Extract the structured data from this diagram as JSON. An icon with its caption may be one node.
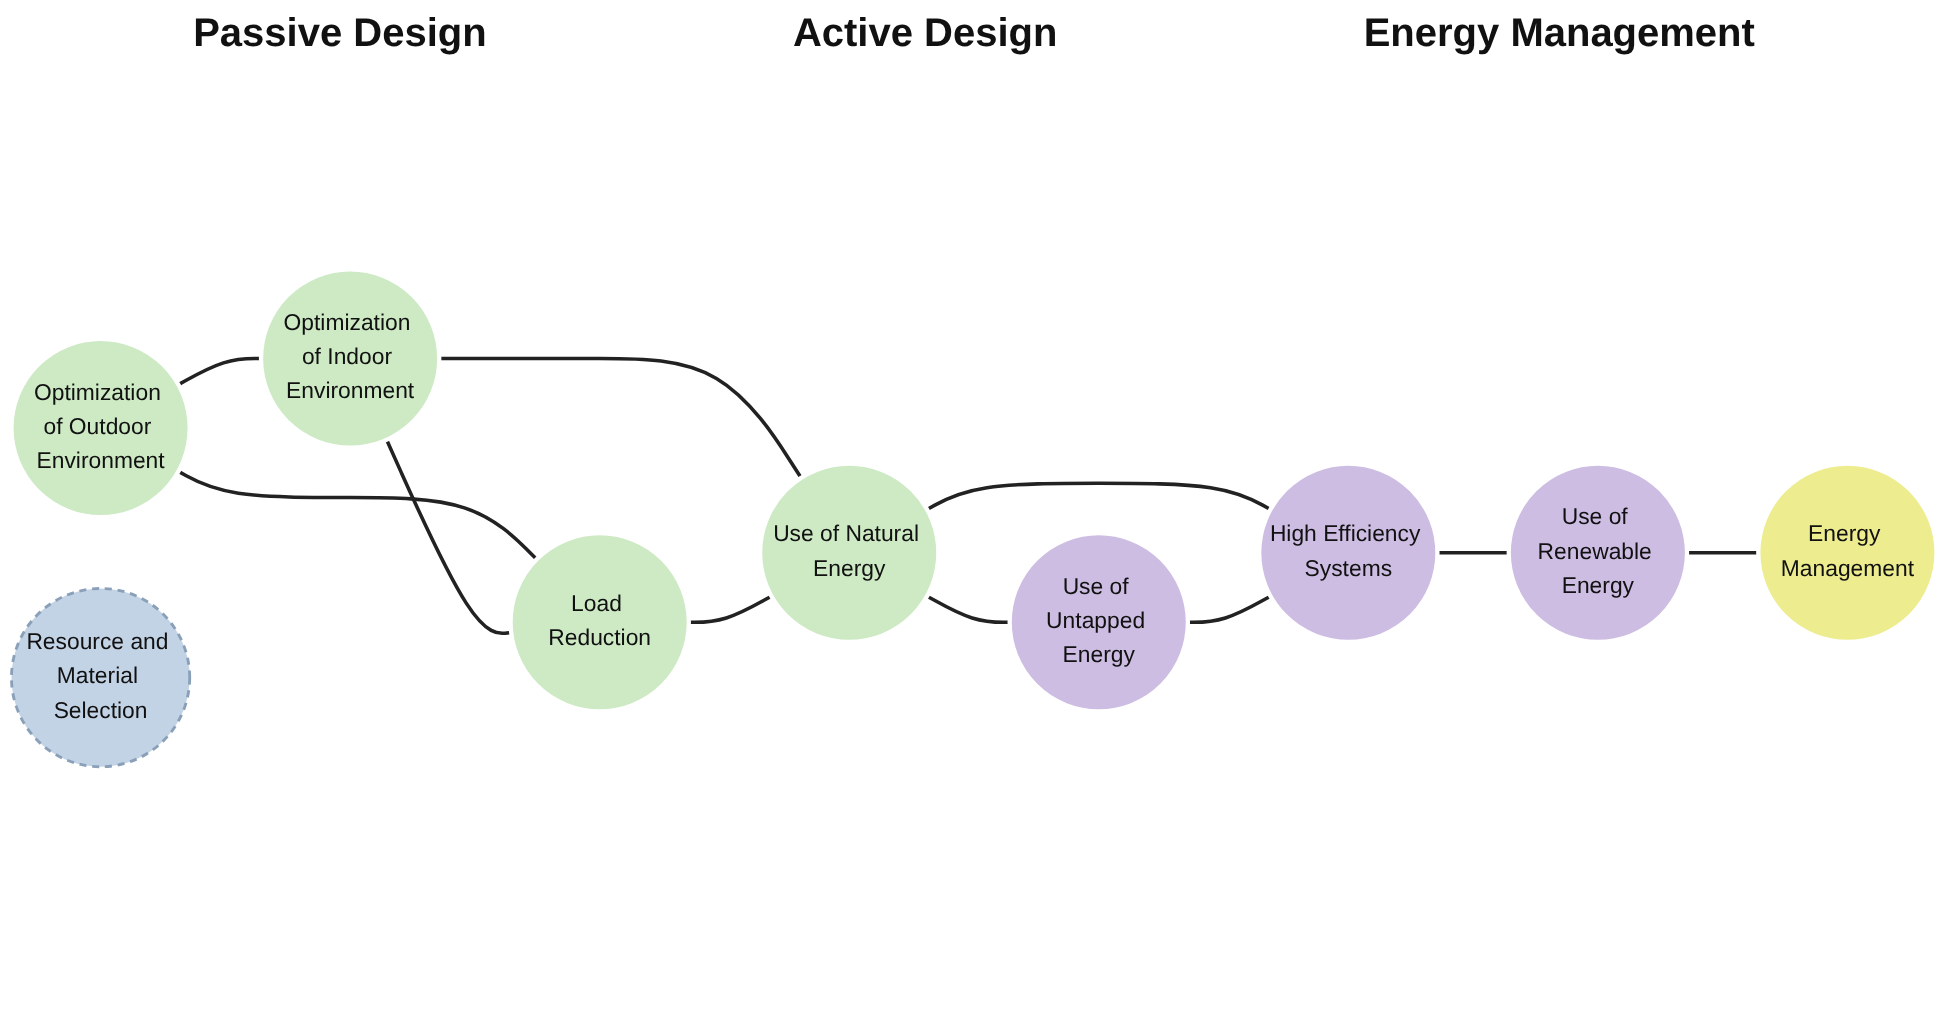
{
  "diagram": {
    "nodes": [
      {
        "text": [
          "Optimization of Outdoor Environment"
        ]
      },
      {
        "text": [
          "Optimization of Indoor Environment"
        ]
      },
      {
        "text": [
          "Load Reduction"
        ]
      },
      {
        "text": [
          "Use of Natural Energy"
        ]
      },
      {
        "text": [
          "High Efficiency Systems"
        ]
      },
      {
        "text": [
          "Use of Renewable Energy"
        ]
      },
      {
        "text": [
          "Energy Management"
        ]
      },
      {
        "text": [
          "Use of Untapped Energy"
        ]
      },
      {
        "text": [
          "Resource and Material Selection"
        ]
      }
    ],
    "edges": [
      {
        "from": 0,
        "to": 1,
        "arrow": "none"
      },
      {
        "from": 0,
        "to": 2,
        "arrow": "none"
      },
      {
        "from": 1,
        "to": 2,
        "arrow": "none"
      },
      {
        "from": 1,
        "to": 3,
        "arrow": "none"
      },
      {
        "from": 2,
        "to": 3,
        "arrow": "none"
      },
      {
        "from": 3,
        "to": 4,
        "arrow": "none"
      },
      {
        "from": 3,
        "to": 7,
        "arrow": "none"
      },
      {
        "from": 7,
        "to": 4,
        "arrow": "none"
      },
      {
        "from": 4,
        "to": 5,
        "arrow": "none"
      },
      {
        "from": 5,
        "to": 6,
        "arrow": "none"
      }
    ],
    "labels": [
      "Passive Design",
      "Active Design",
      "Energy Management"
    ]
  }
}
